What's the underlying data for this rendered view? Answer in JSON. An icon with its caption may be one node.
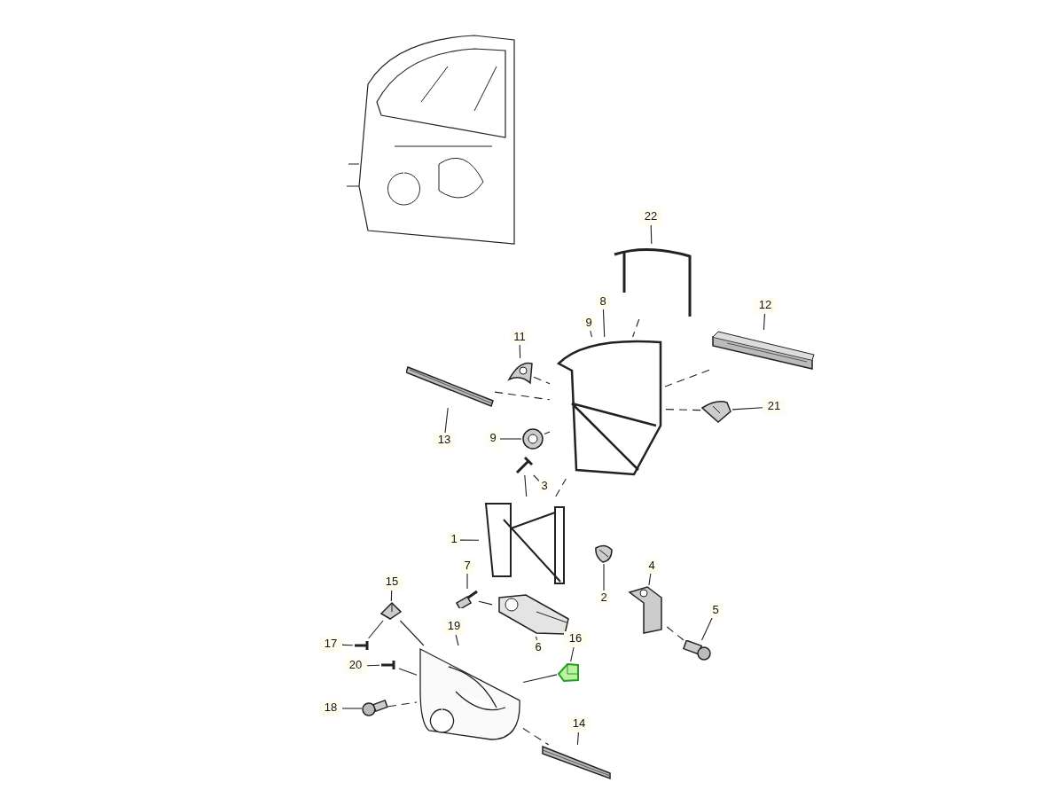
{
  "diagram": {
    "nodes": [
      {
        "text": [],
        "shape": "picture"
      },
      {
        "text": [
          "22"
        ]
      },
      {
        "text": [],
        "shape": "picture"
      },
      {
        "text": [
          "8"
        ]
      },
      {
        "text": [
          "9"
        ]
      },
      {
        "text": [],
        "shape": "picture"
      },
      {
        "text": [
          "12"
        ]
      },
      {
        "text": [],
        "shape": "picture"
      },
      {
        "text": [
          "11"
        ]
      },
      {
        "text": [],
        "shape": "picture"
      },
      {
        "text": [
          "13"
        ]
      },
      {
        "text": [],
        "shape": "picture"
      },
      {
        "text": [
          "21"
        ]
      },
      {
        "text": [],
        "shape": "picture"
      },
      {
        "text": [
          "9"
        ]
      },
      {
        "text": [],
        "shape": "picture"
      },
      {
        "text": [
          "3"
        ]
      },
      {
        "text": [],
        "shape": "picture"
      },
      {
        "text": [
          "1"
        ]
      },
      {
        "text": [],
        "shape": "picture"
      },
      {
        "text": [],
        "shape": "picture"
      },
      {
        "text": [
          "2"
        ]
      },
      {
        "text": [
          "7"
        ]
      },
      {
        "text": [],
        "shape": "picture"
      },
      {
        "text": [],
        "shape": "picture"
      },
      {
        "text": [
          "6"
        ]
      },
      {
        "text": [
          "4"
        ]
      },
      {
        "text": [],
        "shape": "picture"
      },
      {
        "text": [
          "5"
        ]
      },
      {
        "text": [],
        "shape": "picture"
      },
      {
        "text": [
          "15"
        ]
      },
      {
        "text": [],
        "shape": "picture"
      },
      {
        "text": [
          "19"
        ]
      },
      {
        "text": [],
        "shape": "picture"
      },
      {
        "text": [
          "17"
        ]
      },
      {
        "text": [],
        "shape": "picture"
      },
      {
        "text": [
          "20"
        ]
      },
      {
        "text": [],
        "shape": "picture"
      },
      {
        "text": [
          "16"
        ]
      },
      {
        "text": [],
        "shape": "picture"
      },
      {
        "text": [
          "18"
        ]
      },
      {
        "text": [],
        "shape": "picture"
      },
      {
        "text": [
          "14"
        ]
      },
      {
        "text": [],
        "shape": "picture"
      }
    ],
    "edges": [
      {
        "from": 1,
        "to": 2,
        "arrow": "none"
      },
      {
        "from": 3,
        "to": 5,
        "arrow": "none"
      },
      {
        "from": 4,
        "to": 5,
        "arrow": "none"
      },
      {
        "from": 6,
        "to": 7,
        "arrow": "none"
      },
      {
        "from": 8,
        "to": 9,
        "arrow": "none"
      },
      {
        "from": 10,
        "to": 11,
        "arrow": "none"
      },
      {
        "from": 12,
        "to": 13,
        "arrow": "none"
      },
      {
        "from": 14,
        "to": 15,
        "arrow": "none"
      },
      {
        "from": 16,
        "to": 17,
        "arrow": "none"
      },
      {
        "from": 18,
        "to": 19,
        "arrow": "none"
      },
      {
        "from": 21,
        "to": 20,
        "arrow": "none"
      },
      {
        "from": 22,
        "to": 23,
        "arrow": "none"
      },
      {
        "from": 25,
        "to": 24,
        "arrow": "none"
      },
      {
        "from": 26,
        "to": 27,
        "arrow": "none"
      },
      {
        "from": 28,
        "to": 29,
        "arrow": "none"
      },
      {
        "from": 30,
        "to": 31,
        "arrow": "none"
      },
      {
        "from": 32,
        "to": 33,
        "arrow": "none"
      },
      {
        "from": 34,
        "to": 35,
        "arrow": "none"
      },
      {
        "from": 36,
        "to": 37,
        "arrow": "none"
      },
      {
        "from": 38,
        "to": 39,
        "arrow": "none"
      },
      {
        "from": 40,
        "to": 41,
        "arrow": "none"
      },
      {
        "from": 42,
        "to": 43,
        "arrow": "none"
      },
      {
        "from": 2,
        "to": 5,
        "arrow": "none",
        "style": "dashed"
      },
      {
        "from": 7,
        "to": 5,
        "arrow": "none",
        "style": "dashed"
      },
      {
        "from": 13,
        "to": 5,
        "arrow": "none",
        "style": "dashed"
      },
      {
        "from": 11,
        "to": 5,
        "arrow": "none",
        "style": "dashed"
      },
      {
        "from": 9,
        "to": 5,
        "arrow": "none",
        "style": "dashed"
      },
      {
        "from": 15,
        "to": 5,
        "arrow": "none",
        "style": "dashed"
      },
      {
        "from": 19,
        "to": 5,
        "arrow": "none",
        "style": "dashed"
      },
      {
        "from": 29,
        "to": 27,
        "arrow": "none",
        "style": "dashed"
      },
      {
        "from": 41,
        "to": 33,
        "arrow": "none",
        "style": "dashed"
      },
      {
        "from": 33,
        "to": 43,
        "arrow": "none",
        "style": "dashed"
      },
      {
        "from": 23,
        "to": 24,
        "arrow": "none"
      },
      {
        "from": 17,
        "to": 19,
        "arrow": "none"
      },
      {
        "from": 31,
        "to": 33,
        "arrow": "none"
      },
      {
        "from": 35,
        "to": 31,
        "arrow": "none"
      },
      {
        "from": 37,
        "to": 33,
        "arrow": "none"
      },
      {
        "from": 39,
        "to": 33,
        "arrow": "none"
      }
    ]
  }
}
